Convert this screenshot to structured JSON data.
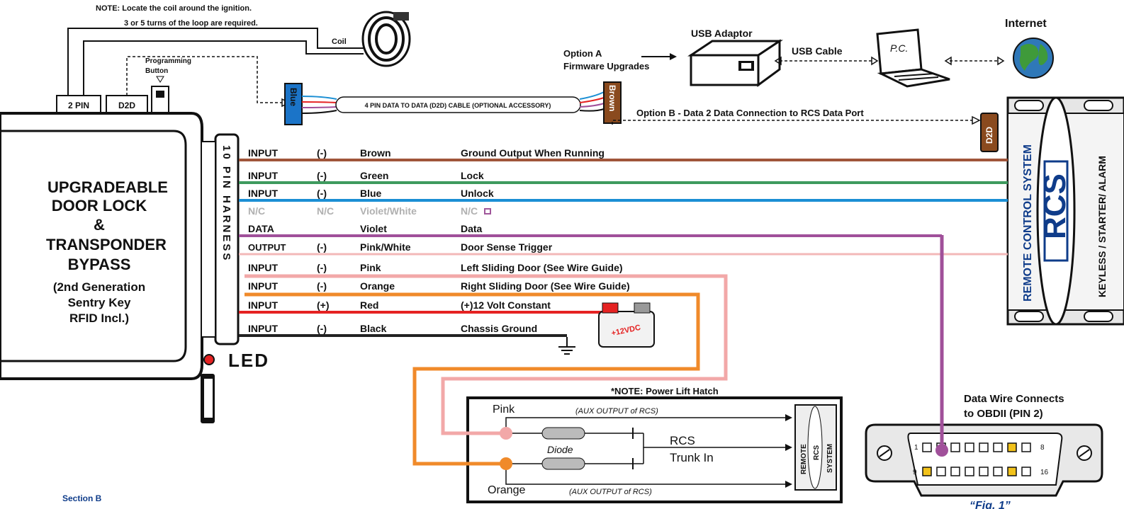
{
  "note_top_line1": "NOTE: Locate the coil around the ignition.",
  "note_top_line2": "3 or 5 turns of the loop are required.",
  "coil_label": "Coil",
  "programming_button_line1": "Programming",
  "programming_button_line2": "Button",
  "connector_2pin": "2 PIN",
  "connector_d2d": "D2D",
  "module_title": [
    "UPGRADEABLE",
    "DOOR LOCK",
    "&",
    "TRANSPONDER",
    "BYPASS"
  ],
  "module_subtitle": [
    "(2nd Generation",
    "Sentry Key",
    "RFID Incl.)"
  ],
  "harness_label": "10 PIN HARNESS",
  "led_label": "LED",
  "section_label": "Section B",
  "d2d_cable": {
    "end_a": "Blue",
    "end_b": "Brown",
    "label": "4 PIN DATA TO DATA (D2D) CABLE (OPTIONAL ACCESSORY)"
  },
  "option_a_line1": "Option A",
  "option_a_line2": "Firmware Upgrades",
  "usb_adaptor": "USB Adaptor",
  "usb_cable": "USB Cable",
  "pc_label": "P.C.",
  "internet_label": "Internet",
  "option_b": "Option B - Data 2 Data Connection to RCS Data Port",
  "rcs_module": {
    "d2d": "D2D",
    "side_text": "REMOTE CONTROL SYSTEM",
    "logo": "RCS",
    "right_text": "KEYLESS / STARTER/ ALARM"
  },
  "wires": [
    {
      "type": "INPUT",
      "polarity": "(-)",
      "color_name": "Brown",
      "function": "Ground Output When Running",
      "hex": "#a0553a"
    },
    {
      "type": "INPUT",
      "polarity": "(-)",
      "color_name": "Green",
      "function": "Lock",
      "hex": "#3e9a5e"
    },
    {
      "type": "INPUT",
      "polarity": "(-)",
      "color_name": "Blue",
      "function": "Unlock",
      "hex": "#1b8fd4"
    },
    {
      "type": "N/C",
      "polarity": "N/C",
      "color_name": "Violet/White",
      "function": "N/C",
      "hex": "#a0569a"
    },
    {
      "type": "DATA",
      "polarity": "",
      "color_name": "Violet",
      "function": "Data",
      "hex": "#a0509a"
    },
    {
      "type": "OUTPUT",
      "polarity": "(-)",
      "color_name": "Pink/White",
      "function": "Door Sense Trigger",
      "hex": "#f3b8b8"
    },
    {
      "type": "INPUT",
      "polarity": "(-)",
      "color_name": "Pink",
      "function": "Left Sliding Door (See Wire Guide)",
      "hex": "#f2a8a8"
    },
    {
      "type": "INPUT",
      "polarity": "(-)",
      "color_name": "Orange",
      "function": "Right Sliding Door (See Wire Guide)",
      "hex": "#f08a2a"
    },
    {
      "type": "INPUT",
      "polarity": "(+)",
      "color_name": "Red",
      "function": "(+)12 Volt Constant",
      "hex": "#e52222"
    },
    {
      "type": "INPUT",
      "polarity": "(-)",
      "color_name": "Black",
      "function": "Chassis Ground",
      "hex": "#222222"
    }
  ],
  "battery_label": "+12VDC",
  "note_hatch": "*NOTE:  Power Lift Hatch",
  "hatch_box": {
    "pink": "Pink",
    "orange": "Orange",
    "aux": "(AUX OUTPUT of RCS)",
    "diode": "Diode",
    "rcs_line1": "RCS",
    "rcs_line2": "Trunk In",
    "mini_left": "REMOTE",
    "mini_mid": "RCS",
    "mini_right": "SYSTEM"
  },
  "obd": {
    "line1": "Data Wire Connects",
    "line2": "to OBDII (PIN 2)",
    "pin1": "1",
    "pin8": "8",
    "pin9": "9",
    "pin16": "16",
    "fig": "“Fig. 1”"
  },
  "colors": {
    "accent_blue": "#0f3c8a",
    "orange": "#f08a2a",
    "pink": "#f2a8a8",
    "violet": "#a0509a",
    "brown_tag": "#8a4a1e",
    "blue_tag": "#1b74c8"
  }
}
